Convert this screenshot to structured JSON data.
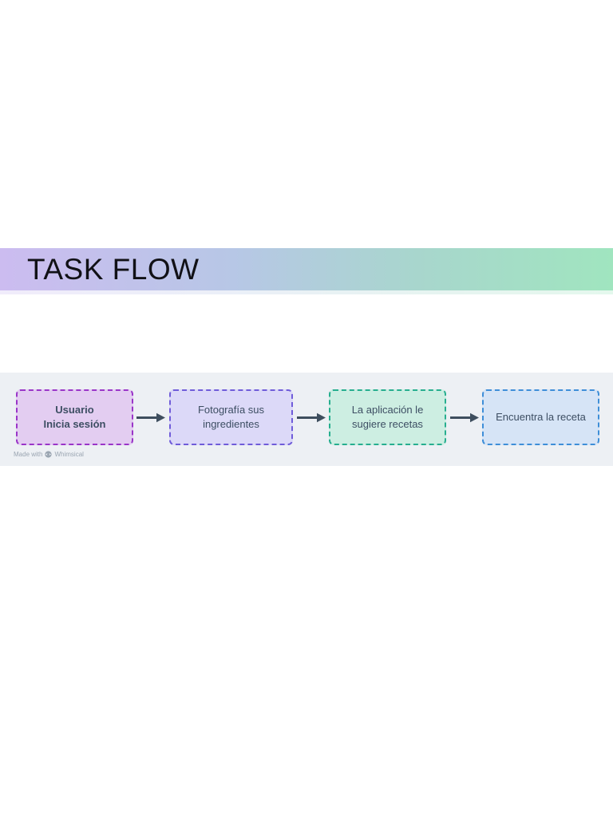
{
  "banner": {
    "title": "TASK FLOW",
    "gradient": [
      "#ccbcf0",
      "#b7c7e6",
      "#a8d6cd",
      "#a0e5bf"
    ]
  },
  "diagram": {
    "background": "#edf0f4",
    "arrow_color": "#3e4e5e",
    "text_color": "#3d4e63",
    "nodes": [
      {
        "label": "Usuario\nInicia sesión",
        "fill": "#e3cdf1",
        "border": "#9a35c8",
        "bold": true
      },
      {
        "label": "Fotografía sus\ningredientes",
        "fill": "#dcd9f8",
        "border": "#6f5cd9",
        "bold": false
      },
      {
        "label": "La aplicación le\nsugiere recetas",
        "fill": "#cdeee2",
        "border": "#27ae8f",
        "bold": false
      },
      {
        "label": "Encuentra la receta",
        "fill": "#d6e4f6",
        "border": "#3e8ed8",
        "bold": false
      }
    ],
    "watermark": {
      "prefix": "Made with",
      "brand": "Whimsical",
      "color": "#9aa5b1"
    }
  }
}
